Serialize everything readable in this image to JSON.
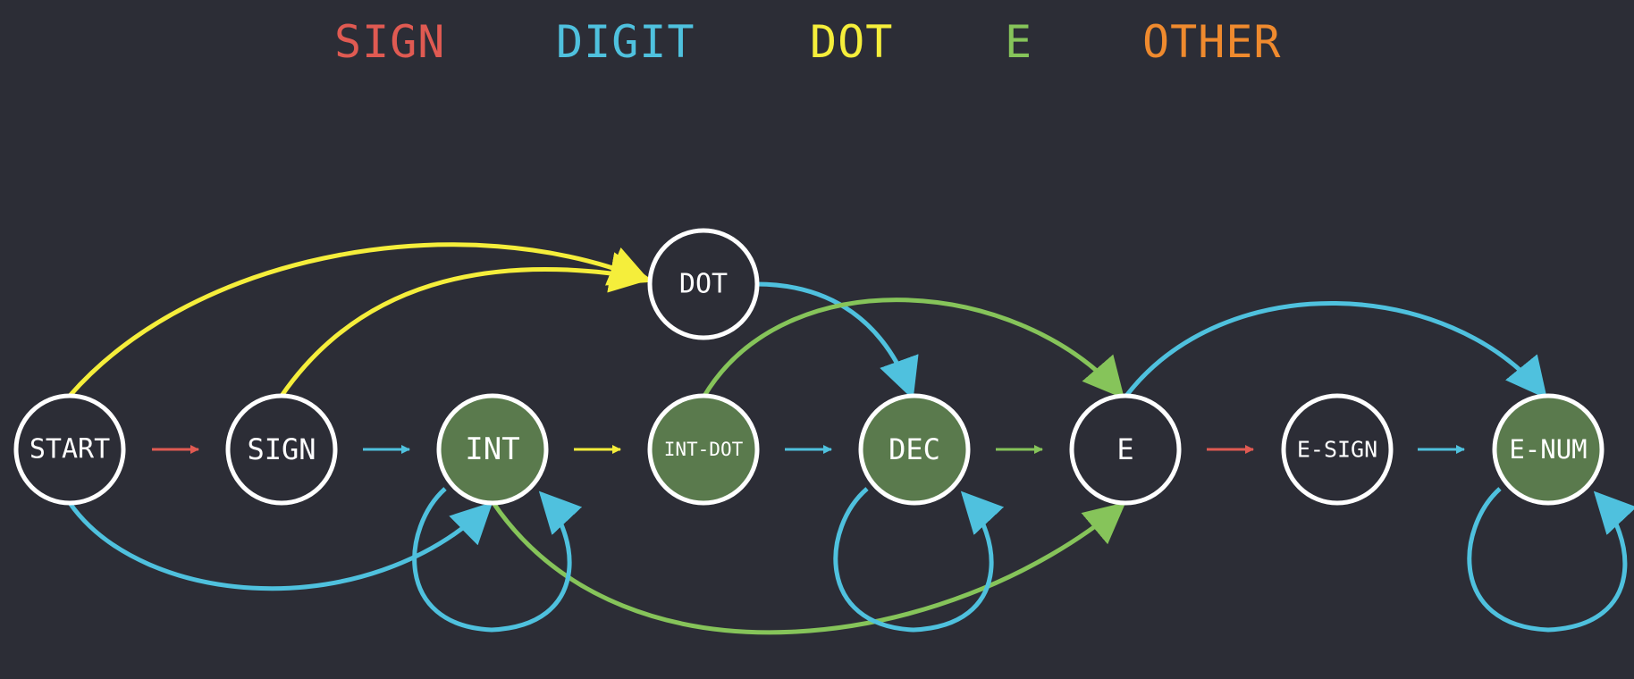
{
  "legend": {
    "sign": "SIGN",
    "digit": "DIGIT",
    "dot": "DOT",
    "e": "E",
    "other": "OTHER"
  },
  "colors": {
    "background": "#2c2d36",
    "sign": "#e05a52",
    "digit": "#4fc1de",
    "dot": "#f5ee3b",
    "e": "#86c45a",
    "other": "#ef8a2e",
    "accept_fill": "#5a7a4d",
    "node_stroke": "#ffffff",
    "node_fill": "#2c2d36"
  },
  "nodes": {
    "start": {
      "label": "START",
      "accepting": false
    },
    "sign": {
      "label": "SIGN",
      "accepting": false
    },
    "int": {
      "label": "INT",
      "accepting": true
    },
    "int_dot": {
      "label": "INT-DOT",
      "accepting": true
    },
    "dec": {
      "label": "DEC",
      "accepting": true
    },
    "e": {
      "label": "E",
      "accepting": false
    },
    "e_sign": {
      "label": "E-SIGN",
      "accepting": false
    },
    "e_num": {
      "label": "E-NUM",
      "accepting": true
    },
    "dot": {
      "label": "DOT",
      "accepting": false
    }
  },
  "transitions": [
    {
      "from": "START",
      "to": "SIGN",
      "input": "SIGN"
    },
    {
      "from": "SIGN",
      "to": "INT",
      "input": "DIGIT"
    },
    {
      "from": "INT",
      "to": "INT-DOT",
      "input": "DOT"
    },
    {
      "from": "INT-DOT",
      "to": "DEC",
      "input": "DIGIT"
    },
    {
      "from": "DEC",
      "to": "E",
      "input": "E"
    },
    {
      "from": "E",
      "to": "E-SIGN",
      "input": "SIGN"
    },
    {
      "from": "E-SIGN",
      "to": "E-NUM",
      "input": "DIGIT"
    },
    {
      "from": "START",
      "to": "DOT",
      "input": "DOT"
    },
    {
      "from": "SIGN",
      "to": "DOT",
      "input": "DOT"
    },
    {
      "from": "DOT",
      "to": "DEC",
      "input": "DIGIT"
    },
    {
      "from": "INT-DOT",
      "to": "E",
      "input": "E"
    },
    {
      "from": "E",
      "to": "E-NUM",
      "input": "DIGIT"
    },
    {
      "from": "START",
      "to": "INT",
      "input": "DIGIT"
    },
    {
      "from": "INT",
      "to": "E",
      "input": "E"
    },
    {
      "from": "INT",
      "to": "INT",
      "input": "DIGIT"
    },
    {
      "from": "DEC",
      "to": "DEC",
      "input": "DIGIT"
    },
    {
      "from": "E-NUM",
      "to": "E-NUM",
      "input": "DIGIT"
    }
  ]
}
